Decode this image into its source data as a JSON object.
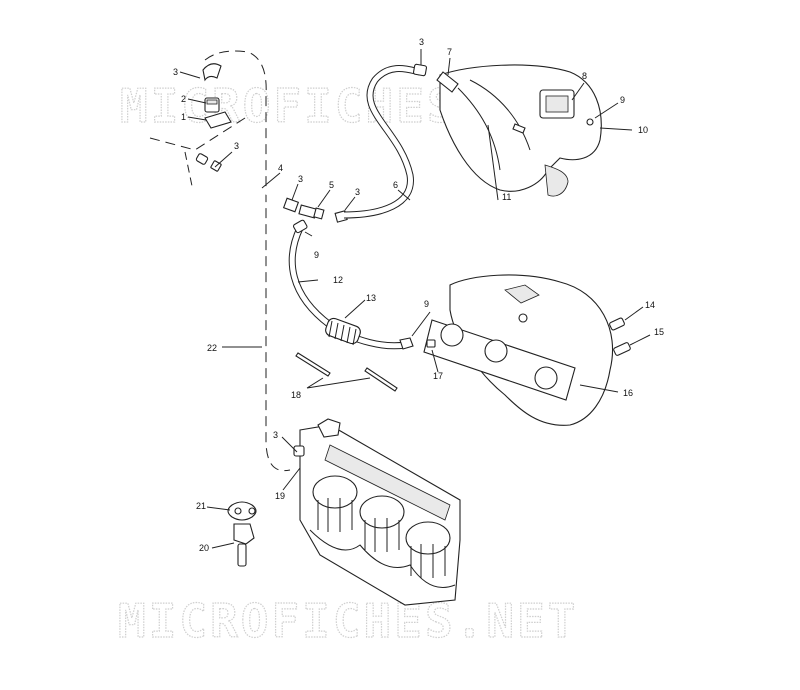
{
  "watermark": "MICROFICHES.NET",
  "callouts": {
    "c1": "1",
    "c2": "2",
    "c3a": "3",
    "c3b": "3",
    "c3c": "3",
    "c3d": "3",
    "c3e": "3",
    "c3f": "3",
    "c4": "4",
    "c5": "5",
    "c6": "6",
    "c7": "7",
    "c8": "8",
    "c9a": "9",
    "c9b": "9",
    "c9c": "9",
    "c10": "10",
    "c11": "11",
    "c12": "12",
    "c13": "13",
    "c14": "14",
    "c15": "15",
    "c16": "16",
    "c17": "17",
    "c18": "18",
    "c19": "19",
    "c20": "20",
    "c21": "21",
    "c22": "22"
  }
}
